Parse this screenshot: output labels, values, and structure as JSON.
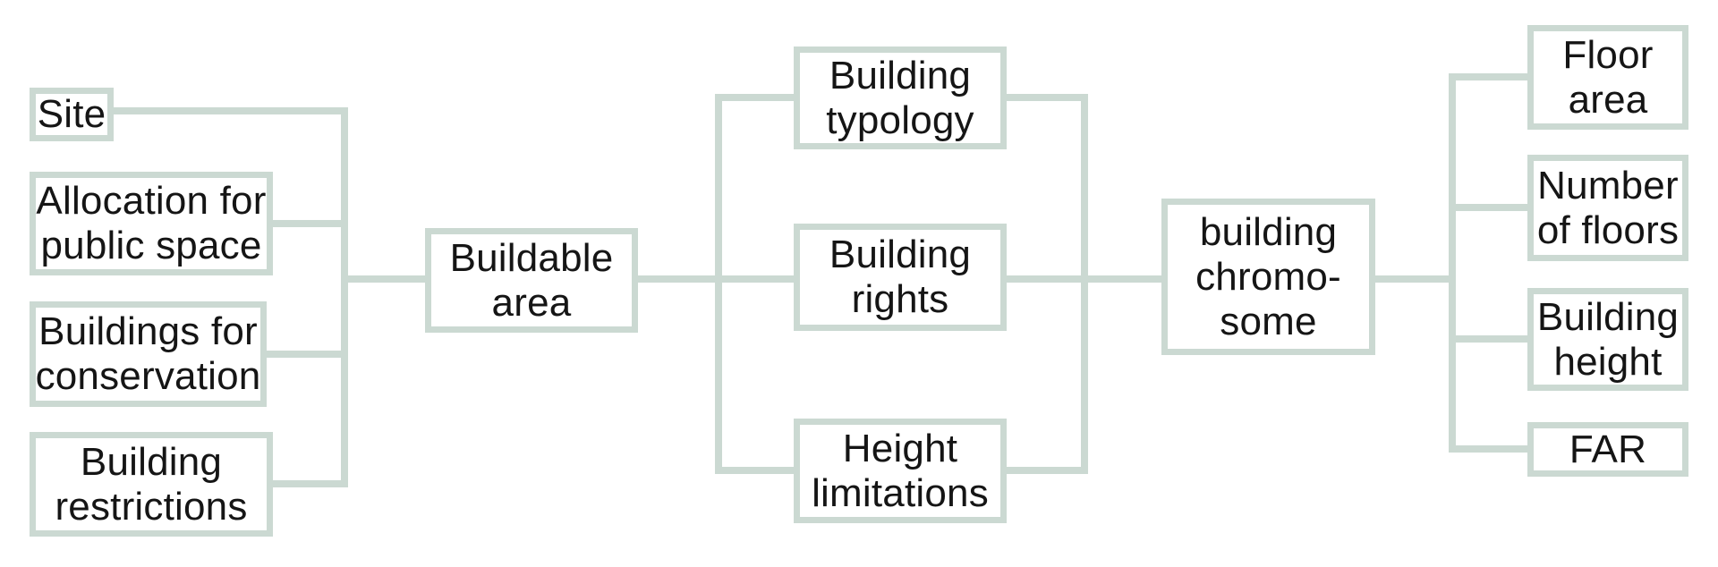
{
  "diagram": {
    "colors": {
      "line": "#cbd9d2",
      "text": "#151515",
      "background": "#ffffff"
    },
    "nodes": {
      "site": {
        "label": "Site"
      },
      "allocation_public_space": {
        "label": "Allocation for\npublic space"
      },
      "buildings_conservation": {
        "label": "Buildings for\nconservation"
      },
      "building_restrictions": {
        "label": "Building\nrestrictions"
      },
      "buildable_area": {
        "label": "Buildable\narea"
      },
      "building_typology": {
        "label": "Building\ntypology"
      },
      "building_rights": {
        "label": "Building\nrights"
      },
      "height_limitations": {
        "label": "Height\nlimitations"
      },
      "building_chromosome": {
        "label": "building\nchromo-\nsome"
      },
      "floor_area": {
        "label": "Floor\narea"
      },
      "number_of_floors": {
        "label": "Number\nof floors"
      },
      "building_height": {
        "label": "Building\nheight"
      },
      "far": {
        "label": "FAR"
      }
    },
    "edges": [
      {
        "from": "site",
        "to": "buildable_area"
      },
      {
        "from": "allocation_public_space",
        "to": "buildable_area"
      },
      {
        "from": "buildings_conservation",
        "to": "buildable_area"
      },
      {
        "from": "building_restrictions",
        "to": "buildable_area"
      },
      {
        "from": "buildable_area",
        "to": "building_typology"
      },
      {
        "from": "buildable_area",
        "to": "building_rights"
      },
      {
        "from": "buildable_area",
        "to": "height_limitations"
      },
      {
        "from": "building_typology",
        "to": "building_chromosome"
      },
      {
        "from": "building_rights",
        "to": "building_chromosome"
      },
      {
        "from": "height_limitations",
        "to": "building_chromosome"
      },
      {
        "from": "building_chromosome",
        "to": "floor_area"
      },
      {
        "from": "building_chromosome",
        "to": "number_of_floors"
      },
      {
        "from": "building_chromosome",
        "to": "building_height"
      },
      {
        "from": "building_chromosome",
        "to": "far"
      }
    ]
  }
}
